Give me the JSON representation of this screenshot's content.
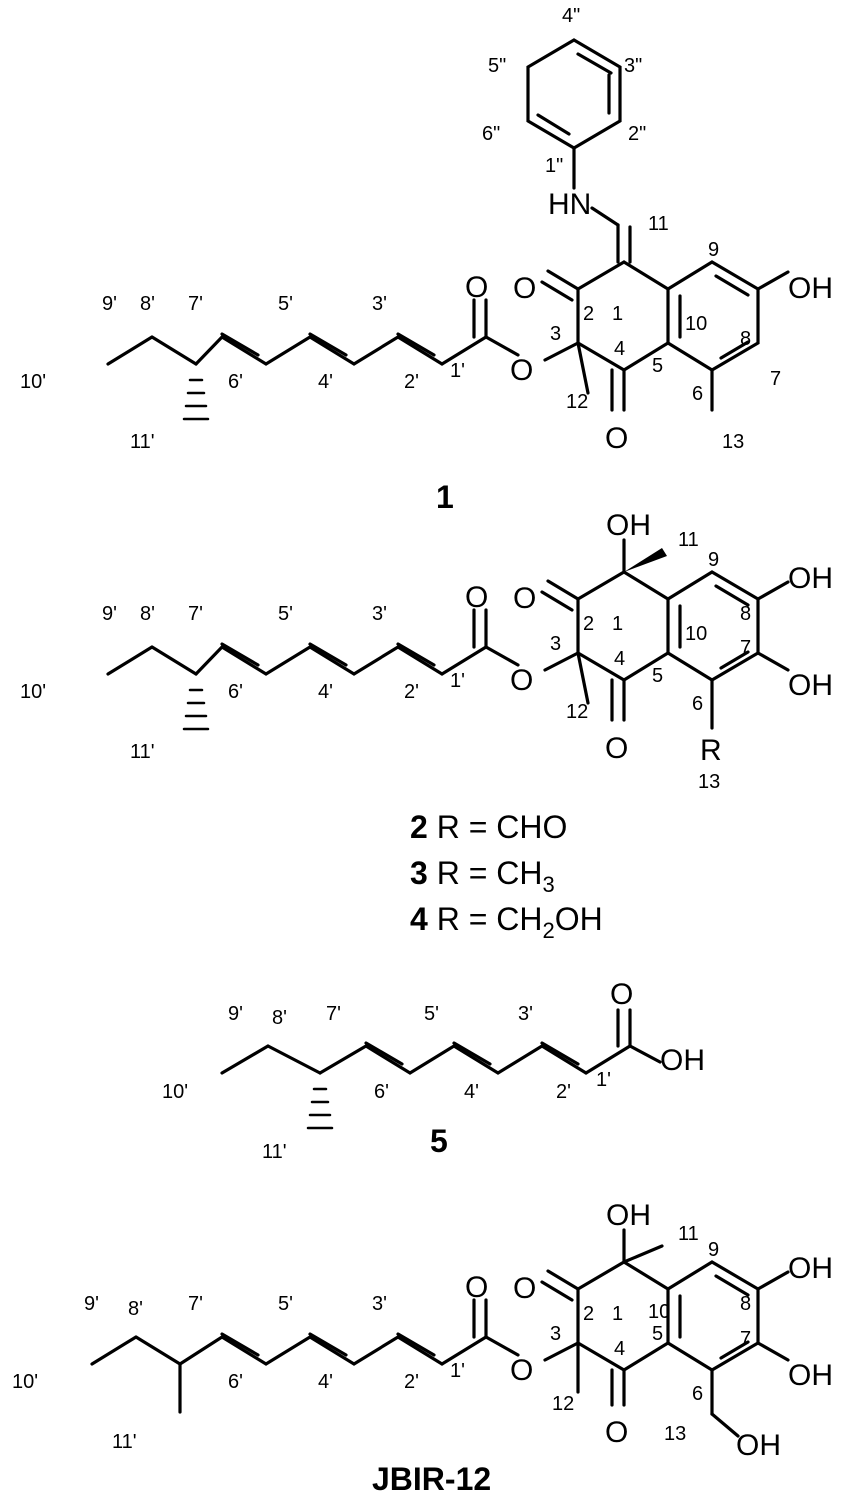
{
  "compounds": [
    {
      "id": "1",
      "label": "1"
    },
    {
      "id": "2",
      "label": "2",
      "substituent": " R = CHO"
    },
    {
      "id": "3",
      "label": "3",
      "substituent": " R = CH",
      "sub": "3"
    },
    {
      "id": "4",
      "label": "4",
      "substituent": " R = CH",
      "sub": "2",
      "tail": "OH"
    },
    {
      "id": "5",
      "label": "5"
    },
    {
      "id": "jbir12",
      "label": "JBIR-12"
    }
  ],
  "atoms": {
    "O": "O",
    "OH": "OH",
    "HN": "HN",
    "R": "R"
  },
  "numbering": {
    "n1": "1",
    "n2": "2",
    "n3": "3",
    "n4": "4",
    "n5": "5",
    "n6": "6",
    "n7": "7",
    "n8": "8",
    "n9": "9",
    "n10": "10",
    "n11": "11",
    "n12": "12",
    "n13": "13",
    "p1": "1'",
    "p2": "2'",
    "p3": "3'",
    "p4": "4'",
    "p5": "5'",
    "p6": "6'",
    "p7": "7'",
    "p8": "8'",
    "p9": "9'",
    "p10": "10'",
    "p11": "11'",
    "dp1": "1\"",
    "dp2": "2\"",
    "dp3": "3\"",
    "dp4": "4\"",
    "dp5": "5\"",
    "dp6": "6\""
  }
}
